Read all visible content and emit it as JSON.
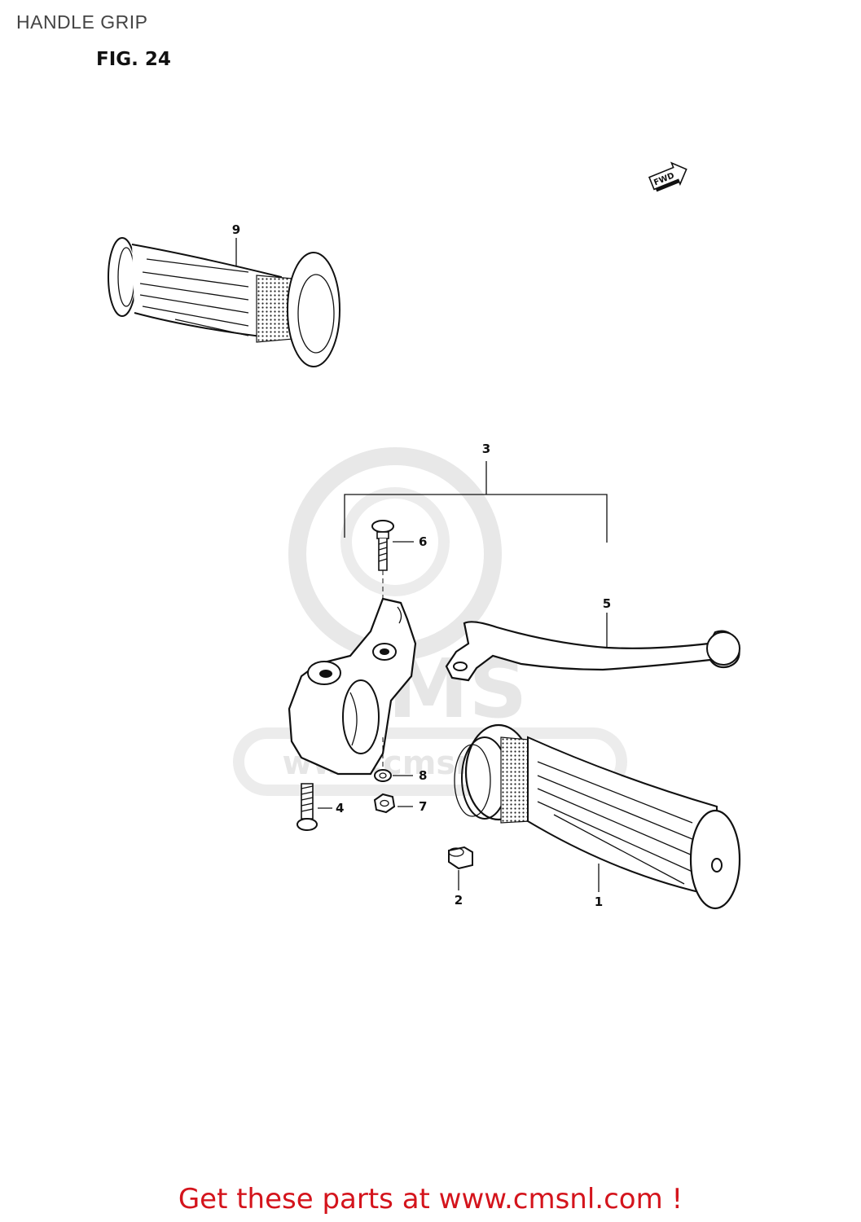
{
  "page": {
    "title": "HANDLE GRIP",
    "figure_label": "FIG. 24",
    "footer_link": "Get these parts at www.cmsnl.com !"
  },
  "diagram": {
    "direction_arrow": "FWD",
    "watermark": {
      "text_main": "CMS",
      "text_url": "www.cmsnl.com"
    },
    "callouts": {
      "c1": "1",
      "c2": "2",
      "c3": "3",
      "c4": "4",
      "c5": "5",
      "c6": "6",
      "c7": "7",
      "c8": "8",
      "c9": "9"
    }
  },
  "colors": {
    "footer_link": "#d4141c",
    "line_art": "#111111",
    "watermark": "#e6e6e6",
    "background": "#ffffff"
  },
  "icons": {
    "direction": "fwd-arrow-icon",
    "watermark": "cms-watermark-logo"
  }
}
